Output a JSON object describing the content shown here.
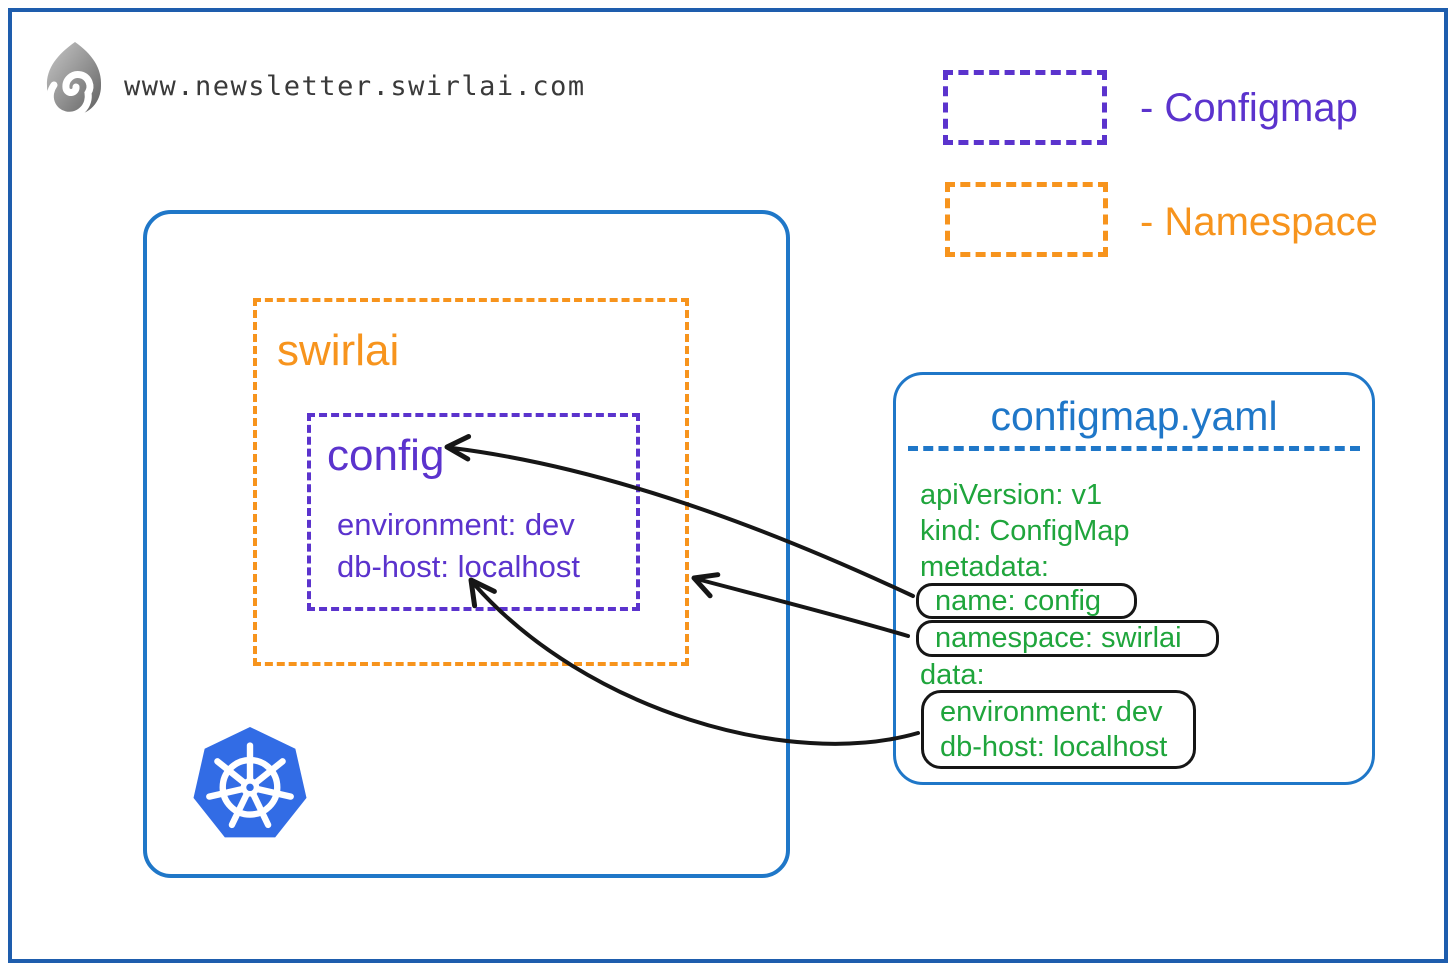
{
  "header": {
    "site_url": "www.newsletter.swirlai.com"
  },
  "legend": {
    "configmap": {
      "label": "- Configmap"
    },
    "namespace": {
      "label": "- Namespace"
    }
  },
  "cluster": {
    "namespace_name": "swirlai",
    "configmap_name": "config",
    "configmap_entries": {
      "environment": "environment: dev",
      "db_host": "db-host: localhost"
    }
  },
  "yaml_panel": {
    "title": "configmap.yaml",
    "api_version": "apiVersion: v1",
    "kind": "kind: ConfigMap",
    "metadata_key": "metadata:",
    "name_field": "name: config",
    "namespace_field": "namespace: swirlai",
    "data_key": "data:",
    "data_environment": "environment: dev",
    "data_db_host": "db-host: localhost"
  },
  "icons": {
    "swirlai_logo": "swirl-drop-logo",
    "kubernetes_logo": "kubernetes-helm-wheel"
  },
  "connections": [
    {
      "from": "name: config",
      "to": "config configmap label"
    },
    {
      "from": "namespace: swirlai",
      "to": "swirlai namespace border"
    },
    {
      "from": "environment/db-host data entries",
      "to": "configmap data values"
    }
  ],
  "colors": {
    "configmap_purple": "#5b33cd",
    "namespace_orange": "#f7941d",
    "yaml_green": "#1fa53c",
    "diagram_blue": "#1f77c8",
    "outer_border_blue": "#1e5dad",
    "kubernetes_blue": "#326ce5",
    "arrow_black": "#161616"
  }
}
